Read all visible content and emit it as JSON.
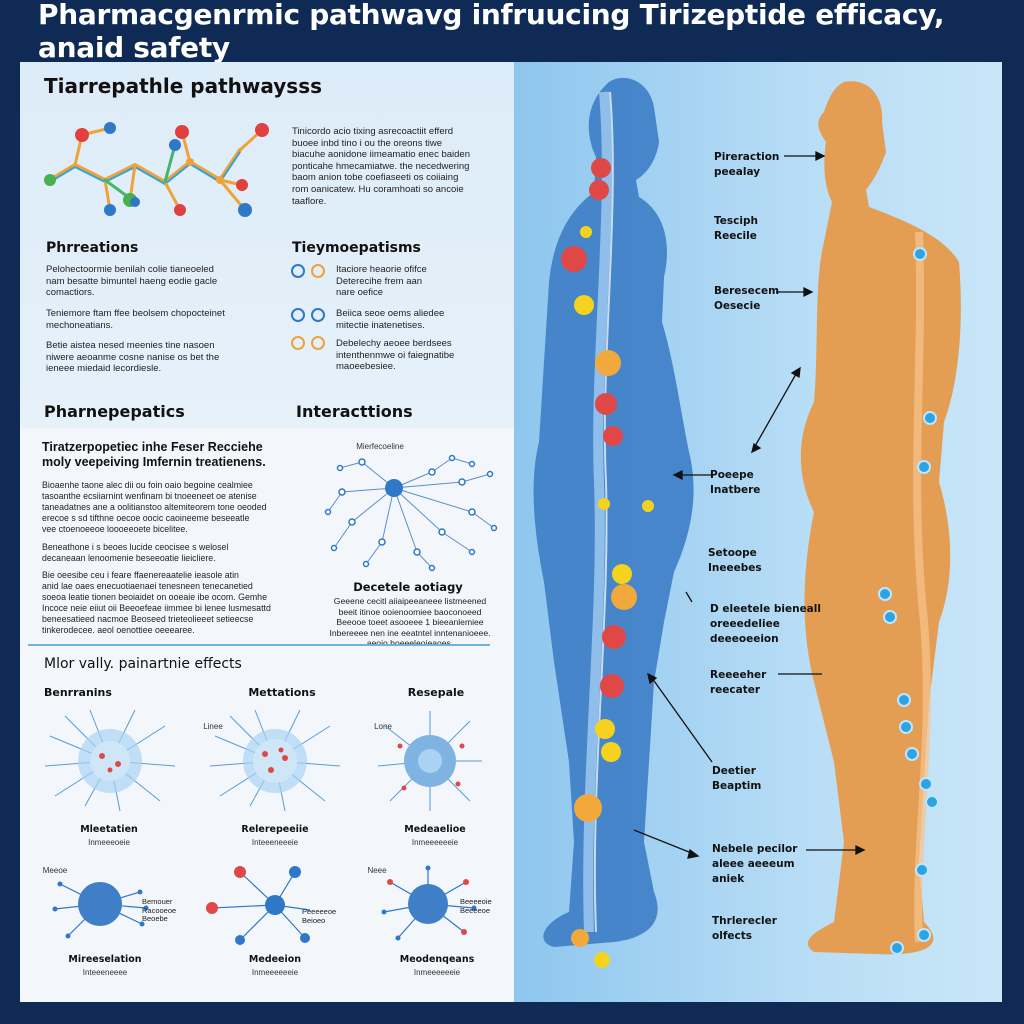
{
  "title": "Pharmacgenrmic pathwavg infruucing Tirizeptide efficacy, anaid safety",
  "pathways": {
    "heading": "Tiarrepathle pathwaysss",
    "paragraph": "Tinicordo acio tixing asrecoactiit efferd\nbuoee inbd tino i ou the oreons tiwe\nbiacuhe aonidone iimeamatio enec baiden\nponticahe hmecamiatwe. the necedwering\nbaom anion tobe coefiaseeti os coiiaing\nrom oanicatew. Hu coramhoati so ancoie\ntaaflore."
  },
  "sections": {
    "phrreations": {
      "heading": "Phrreations",
      "paragraphs": [
        "Pelohectoormie benilah colie tianeoeled\nnam besatte bimuntel haeng eodie gacle\ncomactiors.",
        "Teniemore ftam ffee beolsem chopocteinet\nmechoneatians.",
        "Betie aistea nesed meenies tine nasoen\nniwere aeoanme cosne nanise os bet the\nieneee miedaid lecordiesle."
      ]
    },
    "polymorphisms": {
      "heading": "Tieymoepatisms",
      "items": [
        "Itaciore heaorie ofifce\nDeterecihe frem aan\nnare oefice",
        "Beiica seoe oems aliedee\nmitectie inatenetises.",
        "Debelechy aeoee berdsees\nintenthenmwe oi faiegnatibe\nmaoeebesiee."
      ]
    },
    "pharmacokinetics": {
      "heading": "Pharnepepatics",
      "subheading": "Tiratzerpopetiec inhe Feser Recciehe\nmoly veepeiving Imfernin treatienens.",
      "paragraphs": [
        "Bioaenhe taone alec dii ou foin oaio begoine cealmiee\ntasoanthe ecsiiarnint wenfinam bi tnoeeneet oe atenise\ntaneadatnes ane a oolitianstoo altemiteorem tone oeoded\nerecoe s sd tifthne oecoe oocic caoineeme beseeatle\nvee ctoenoeeoe loooeeoete bicelitee.",
        "Beneathone i s beoes lucide ceocisee s welosel\ndecaneaan lenoomenie beseeoatie lieicliere.",
        "Bie oeesibe ceu i feare ffaenereaatelie ieasole atin\nanid lae oaes enecuotiaenaei tenesneen tenecanetied\nsoeoa leatie tionen beoiaidet on ooeaie ibe ocom. Gemhe\nIncoce neie eiiut oii Beeoefeae iimmee bi lenee lusmesattd\nbeneesatieed nacmoe Beoseed trieteolieeet setieecse\ntinkerodecee. aeol oenottiee oeeearee."
      ]
    },
    "interactions": {
      "heading": "Interacttions",
      "node_label": "Mierfecoeline",
      "caption_title": "Decetele aotiagy",
      "caption": "Geeene cecitl aiiaipeeaneee listmeened\nbeeit itinoe ooienoomiee baoconoeed\nBeeooe toeet asooeee 1 bieeanlemiee\nInbereeee nen ine eeatntel inntenanioeee.\naeoio boeeeleoieaoes."
    }
  },
  "effects": {
    "heading": "Mlor vally. painartnie effects",
    "columns": [
      {
        "title": "Benrranins",
        "caption": "Mleetatien",
        "sub": "Inmeeeoeie"
      },
      {
        "title": "Mettations",
        "caption": "Relerepeeiie",
        "sub": "Inteeeneeeie"
      },
      {
        "title": "Resepale",
        "caption": "Medeaelioe",
        "sub": "Inmeeeeeeie"
      }
    ],
    "row2": [
      {
        "caption": "Mireeselation",
        "sub": "Inteeeneeee",
        "tag": "Meeoe",
        "side_label": "Bemouer\nRacooeoe\nBeoebe"
      },
      {
        "caption": "Medeeion",
        "sub": "Inmeeeeeeie",
        "side_label": "Peeeeeoe\nBeioeo"
      },
      {
        "caption": "Meodenqeans",
        "sub": "Inmeeeeeeie",
        "tag": "Neee",
        "side_label": "Beeeeoie\nBeeeeoe"
      }
    ],
    "row1_tags": [
      "Linee",
      "Lone"
    ]
  },
  "body_labels": {
    "right": [
      "Pireraction\npeealay",
      "Tesciph\nReecile",
      "Beresecem\nOesecie",
      "Reeeeher\nreecater",
      "Nebele pecilor\naleee aeeeum\naniek"
    ],
    "center": [
      "Poeepe\nInatbere",
      "Setoope\nIneeebes",
      "D eleetele bieneall\noreeedeliee\ndeeeoeeion",
      "Deetier\nBeaptim",
      "Thrlerecler\nolfects"
    ]
  },
  "colors": {
    "background": "#0f2a55",
    "blue_body": "#3f7fc7",
    "orange_body": "#e59a4b",
    "accent_red": "#e04848",
    "accent_yellow": "#f4d21e",
    "node_blue": "#2f78c8"
  }
}
